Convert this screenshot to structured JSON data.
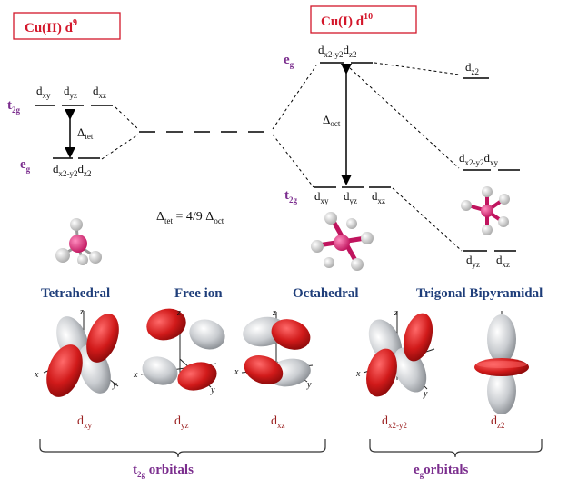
{
  "titles": {
    "cu2_main": "Cu(II) d",
    "cu2_sup": "9",
    "cu1_main": "Cu(I) d",
    "cu1_sup": "10"
  },
  "levels": {
    "t2g_main": "t",
    "t2g_sub": "2g",
    "eg_main": "e",
    "eg_sub": "g",
    "tet_top_labels": [
      {
        "main": "d",
        "sub": "xy"
      },
      {
        "main": "d",
        "sub": "yz"
      },
      {
        "main": "d",
        "sub": "xz"
      }
    ],
    "tet_bottom_label": {
      "main": "d",
      "sub": "x2-y2",
      "main2": "d",
      "sub2": "z2"
    },
    "delta_tet": {
      "main": "Δ",
      "sub": "tet"
    },
    "delta_oct": {
      "main": "Δ",
      "sub": "oct"
    },
    "oct_top_label": {
      "main": "d",
      "sub": "x2-y2",
      "main2": "d",
      "sub2": "z2"
    },
    "oct_bottom_labels": [
      {
        "main": "d",
        "sub": "xy"
      },
      {
        "main": "d",
        "sub": "yz"
      },
      {
        "main": "d",
        "sub": "xz"
      }
    ],
    "tbp_top_label": {
      "main": "d",
      "sub": "z2"
    },
    "tbp_mid_label": {
      "main": "d",
      "sub": "x2-y2",
      "main2": "d",
      "sub2": "xy"
    },
    "tbp_bottom_labels": [
      {
        "main": "d",
        "sub": "yz"
      },
      {
        "main": "d",
        "sub": "xz"
      }
    ]
  },
  "relation": {
    "part1": "Δ",
    "sub1": "tet",
    "part2": " = 4/9 Δ",
    "sub2": "oct"
  },
  "geometries": [
    "Tetrahedral",
    "Free ion",
    "Octahedral",
    "Trigonal Bipyramidal"
  ],
  "axes": {
    "z": "z",
    "x": "x",
    "y": "y"
  },
  "orbitals": [
    {
      "main": "d",
      "sub": "xy"
    },
    {
      "main": "d",
      "sub": "yz"
    },
    {
      "main": "d",
      "sub": "xz"
    },
    {
      "main": "d",
      "sub": "x2-y2"
    },
    {
      "main": "d",
      "sub": "z2"
    }
  ],
  "groups": {
    "t2g": {
      "main": "t",
      "sub": "2g",
      "rest": " orbitals"
    },
    "eg": {
      "main": "e",
      "sub": "g",
      "rest": "orbitals"
    }
  },
  "colors": {
    "title": "#d3162a",
    "symmetry": "#7b2e8e",
    "geometry": "#1f3e7a",
    "orbital_label": "#9b2020",
    "lobe_red": "#d11a1a",
    "lobe_gray": "#c9ccd0",
    "metal": "#e0247a",
    "ligand": "#dedede"
  }
}
